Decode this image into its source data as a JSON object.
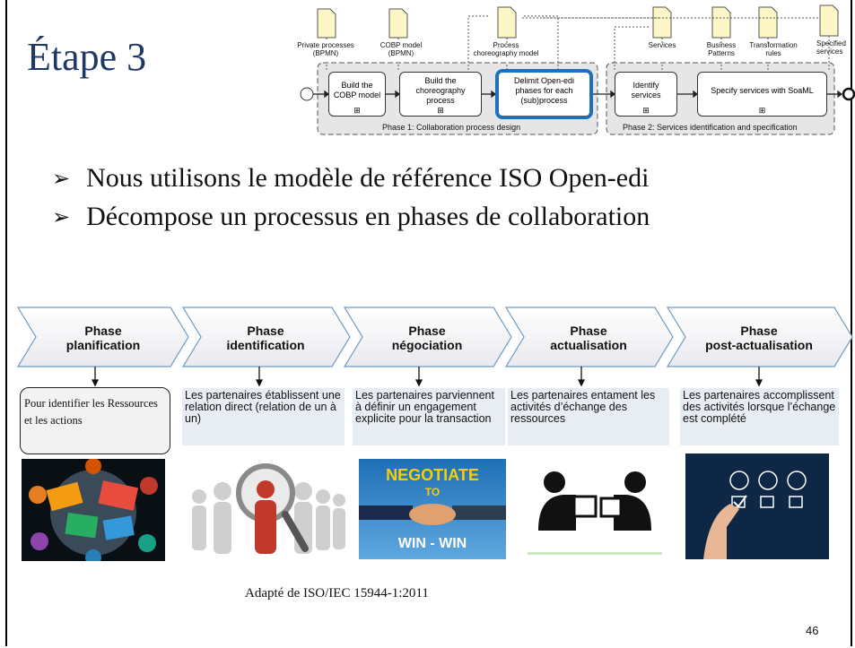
{
  "slide": {
    "title": "Étape 3",
    "page_number": "46",
    "caption": "Adapté de ISO/IEC 15944-1:2011"
  },
  "bpmn": {
    "documents": [
      {
        "label": "Private processes (BPMN)"
      },
      {
        "label": "COBP model (BPMN)"
      },
      {
        "label": "Process choreography model"
      },
      {
        "label": "Services"
      },
      {
        "label": "Business Patterns"
      },
      {
        "label": "Transformation rules"
      },
      {
        "label": "Specified services"
      }
    ],
    "tasks": [
      {
        "label": "Build the COBP model"
      },
      {
        "label": "Build the choreography process"
      },
      {
        "label": "Delimit Open-edi phases for each (sub)process"
      },
      {
        "label": "Identify services"
      },
      {
        "label": "Specify services with SoaML"
      }
    ],
    "phase1_label": "Phase 1: Collaboration process design",
    "phase2_label": "Phase 2: Services identification and specification"
  },
  "bullets": [
    {
      "text": "Nous utilisons le modèle de référence ISO Open-edi"
    },
    {
      "text": "Décompose un processus en phases de collaboration"
    }
  ],
  "phases": [
    {
      "line1": "Phase",
      "line2": "planification",
      "description": "Pour identifier les Ressources et les actions"
    },
    {
      "line1": "Phase",
      "line2": "identification",
      "description": "Les partenaires établissent une relation direct (relation de un à un)"
    },
    {
      "line1": "Phase",
      "line2": "négociation",
      "description": "Les partenaires parviennent à définir un engagement explicite pour la transaction"
    },
    {
      "line1": "Phase",
      "line2": "actualisation",
      "description": "Les partenaires entament les activités d’échange des ressources"
    },
    {
      "line1": "Phase",
      "line2": "post-actualisation",
      "description": "Les partenaires accomplissent des activités lorsque l’échange est complété"
    }
  ],
  "images": {
    "negotiate_line1": "NEGOTIATE",
    "negotiate_line2": "TO",
    "negotiate_line3": "WIN - WIN"
  },
  "colors": {
    "title": "#1f3864",
    "highlight": "#1f6fbf",
    "desc_bg": "#e8edf3"
  }
}
